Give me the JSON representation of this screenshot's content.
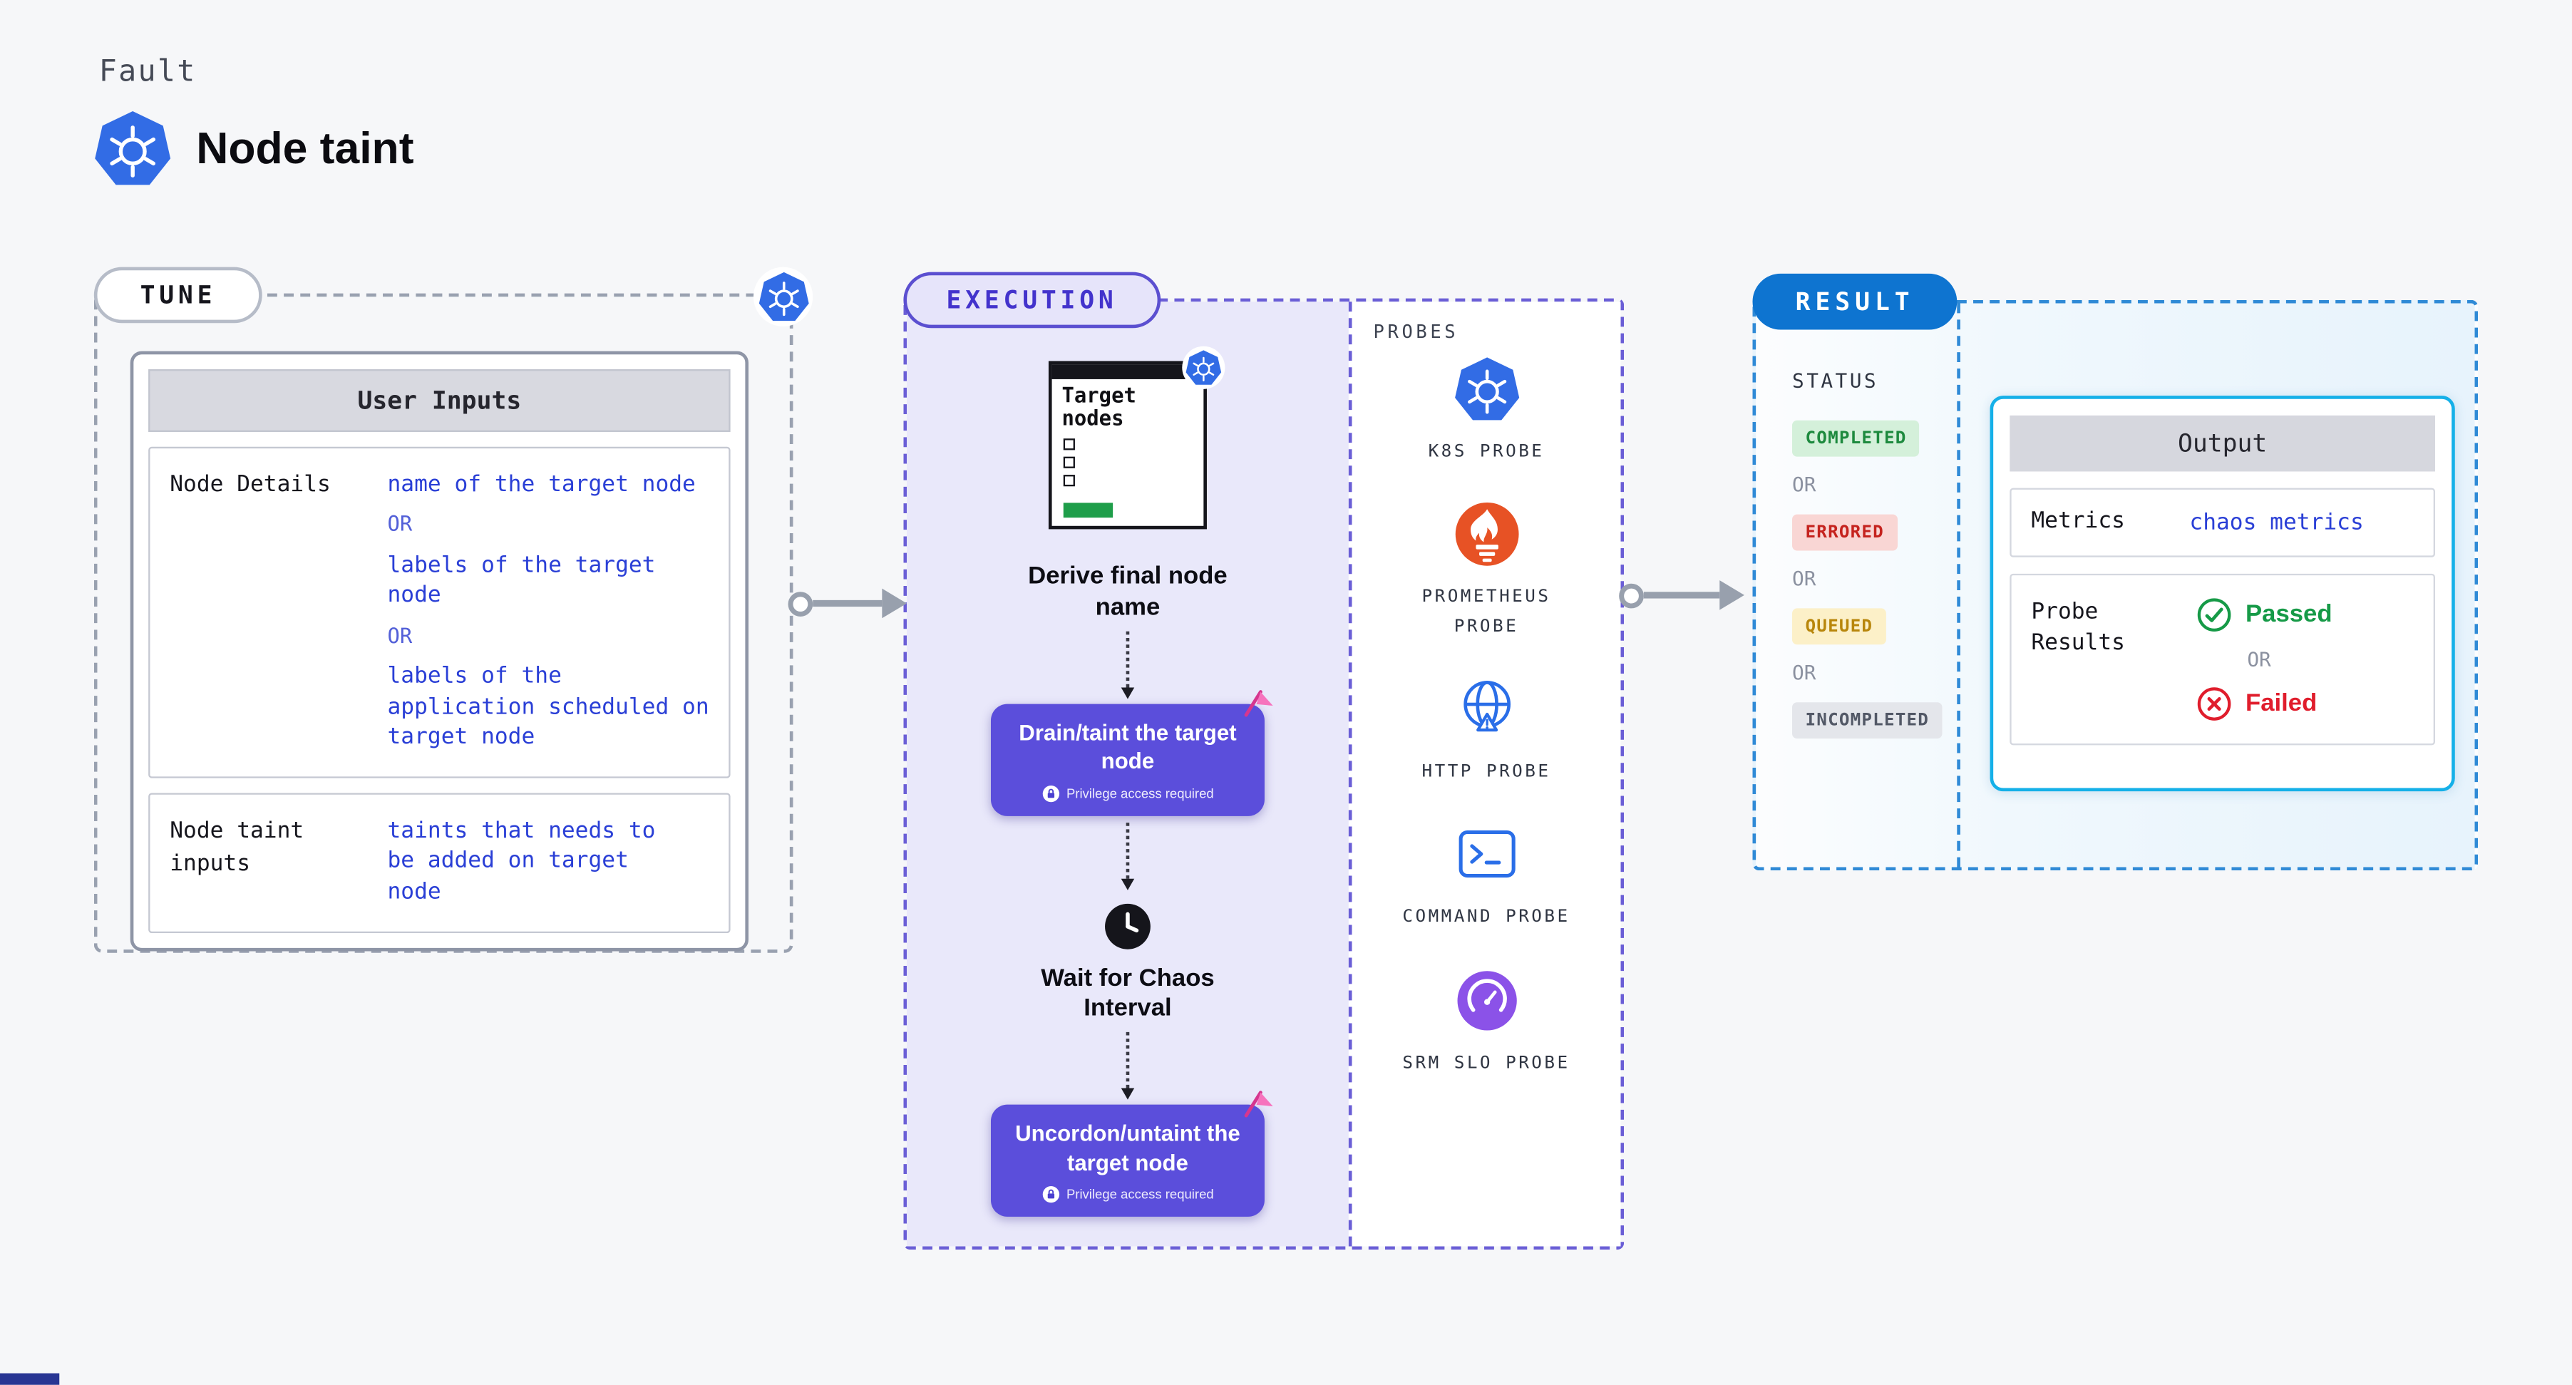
{
  "colors": {
    "page_background": "#f6f7f9",
    "kubernetes_blue": "#326ce5",
    "accent_purple": "#5b4edb",
    "code_blue": "#2a3fd6",
    "execution_border_purple": "#6a5ed6",
    "result_blue": "#0e74d0",
    "output_border_cyan": "#15b0e8",
    "completed_green": "#1d8a3e",
    "errored_red": "#c5231e",
    "queued_amber": "#b8860b",
    "incompleted_gray": "#525866",
    "passed_green": "#169a47",
    "failed_red": "#e01d2c"
  },
  "icons": {
    "kubernetes": "heptagon-with-helm-wheel",
    "prometheus": "orange-circle-torch-flame",
    "http": "globe-with-warning-triangle",
    "command": "terminal-prompt-square",
    "srm_slo": "purple-circle-gauge",
    "clock": "black-circle-clock",
    "lock": "white-circle-padlock",
    "flag": "pink-flag",
    "passed": "green-circle-check",
    "failed": "red-circle-x"
  },
  "header": {
    "kicker": "Fault",
    "title": "Node taint"
  },
  "tune": {
    "pill": "TUNE",
    "user_inputs": {
      "header": "User Inputs",
      "rows": [
        {
          "label": "Node Details",
          "lines": [
            {
              "type": "value",
              "text": "name of the target node"
            },
            {
              "type": "or",
              "text": "OR"
            },
            {
              "type": "value",
              "text": "labels of the target node"
            },
            {
              "type": "or",
              "text": "OR"
            },
            {
              "type": "value",
              "text": "labels of the application scheduled on target node"
            }
          ]
        },
        {
          "label": "Node taint inputs",
          "lines": [
            {
              "type": "value",
              "text": "taints that needs to be added on target node"
            }
          ]
        }
      ]
    }
  },
  "execution": {
    "pill": "EXECUTION",
    "target_card_title": "Target nodes",
    "derive_step": "Derive final node name",
    "drain_button": {
      "title": "Drain/taint the target node",
      "note": "Privilege access required"
    },
    "wait_step": "Wait for Chaos Interval",
    "uncordon_button": {
      "title": "Uncordon/untaint the target node",
      "note": "Privilege access required"
    },
    "probes": {
      "title": "PROBES",
      "items": [
        {
          "label": "K8S PROBE",
          "icon": "kubernetes"
        },
        {
          "label": "PROMETHEUS PROBE",
          "icon": "prometheus"
        },
        {
          "label": "HTTP PROBE",
          "icon": "http"
        },
        {
          "label": "COMMAND PROBE",
          "icon": "command"
        },
        {
          "label": "SRM SLO PROBE",
          "icon": "srm_slo"
        }
      ]
    }
  },
  "result": {
    "pill": "RESULT",
    "status": {
      "label": "STATUS",
      "separator": "OR",
      "badges": [
        {
          "text": "COMPLETED",
          "state": "completed"
        },
        {
          "text": "ERRORED",
          "state": "errored"
        },
        {
          "text": "QUEUED",
          "state": "queued"
        },
        {
          "text": "INCOMPLETED",
          "state": "incompleted"
        }
      ]
    },
    "output": {
      "header": "Output",
      "metrics_label": "Metrics",
      "metrics_value": "chaos metrics",
      "probe_results_label": "Probe Results",
      "passed": "Passed",
      "separator": "OR",
      "failed": "Failed"
    }
  }
}
